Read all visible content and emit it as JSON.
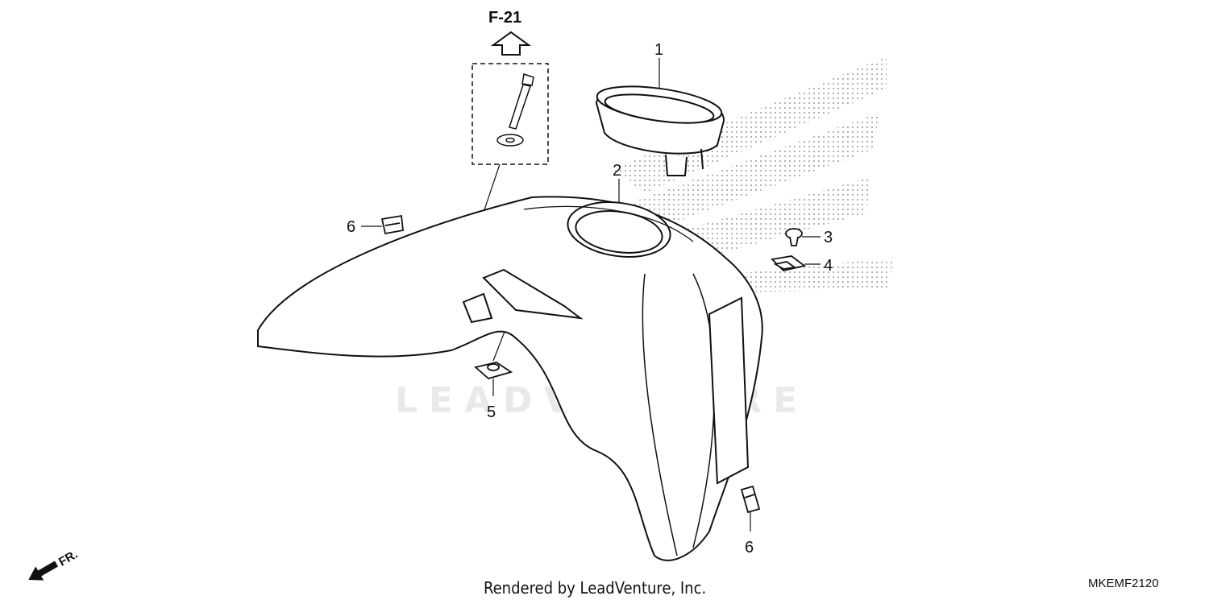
{
  "diagram": {
    "reference": "F-21",
    "watermark": "LEADVENTURE",
    "front_marker": "FR.",
    "footer": "Rendered by LeadVenture, Inc.",
    "part_code": "MKEMF2120",
    "callouts": {
      "c1": "1",
      "c2": "2",
      "c3": "3",
      "c4": "4",
      "c5": "5",
      "c6a": "6",
      "c6b": "6"
    },
    "icons": [
      "up-arrow-icon",
      "front-arrow-icon"
    ]
  }
}
